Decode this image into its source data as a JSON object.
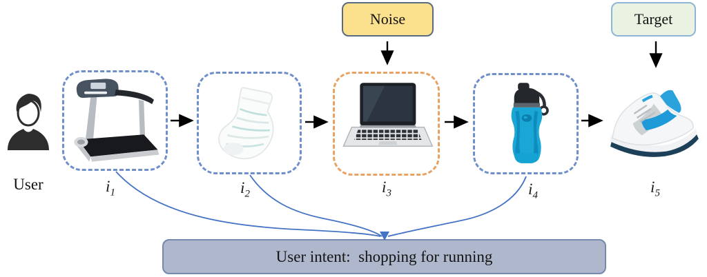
{
  "figure": {
    "user": {
      "label": "User"
    },
    "noise_box": {
      "label": "Noise",
      "fill": "#FBE18E",
      "border": "#5B6B7E"
    },
    "target_box": {
      "label": "Target",
      "fill": "#EAF2E2",
      "border": "#8FB4D9"
    },
    "items": [
      {
        "name": "treadmill",
        "label_base": "i",
        "label_sub": "1",
        "box_style": "blue-dashed"
      },
      {
        "name": "sock",
        "label_base": "i",
        "label_sub": "2",
        "box_style": "blue-dashed"
      },
      {
        "name": "laptop",
        "label_base": "i",
        "label_sub": "3",
        "box_style": "orange-dashed"
      },
      {
        "name": "water-bottle",
        "label_base": "i",
        "label_sub": "4",
        "box_style": "blue-dashed"
      },
      {
        "name": "sneaker",
        "label_base": "i",
        "label_sub": "5",
        "box_style": "none"
      }
    ],
    "intent_box": {
      "label": "User intent:  shopping for running",
      "fill": "#AEB7CB",
      "border": "#7688AE"
    },
    "colors": {
      "item_box_dashed_blue": "#6E8FCA",
      "item_box_dashed_orange": "#E8A263",
      "flow_arrow": "#000000",
      "intent_arrow_blue": "#4472C4"
    }
  }
}
